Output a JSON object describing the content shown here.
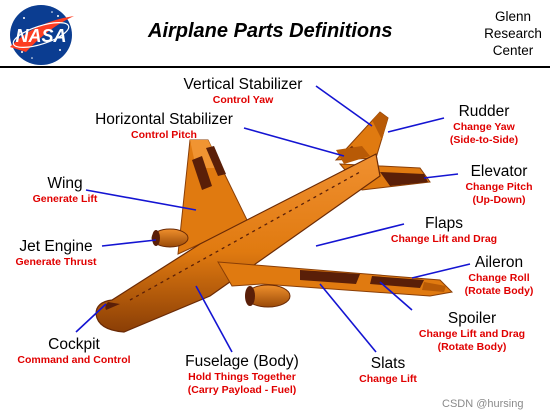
{
  "header": {
    "logo_text": "NASA",
    "title": "Airplane Parts Definitions",
    "center_lines": [
      "Glenn",
      "Research",
      "Center"
    ]
  },
  "labels": [
    {
      "id": "vertical-stabilizer",
      "name": "Vertical Stabilizer",
      "definition": [
        "Control Yaw"
      ]
    },
    {
      "id": "horizontal-stabilizer",
      "name": "Horizontal Stabilizer",
      "definition": [
        "Control Pitch"
      ]
    },
    {
      "id": "rudder",
      "name": "Rudder",
      "definition": [
        "Change Yaw",
        "(Side-to-Side)"
      ]
    },
    {
      "id": "wing",
      "name": "Wing",
      "definition": [
        "Generate Lift"
      ]
    },
    {
      "id": "elevator",
      "name": "Elevator",
      "definition": [
        "Change Pitch",
        "(Up-Down)"
      ]
    },
    {
      "id": "flaps",
      "name": "Flaps",
      "definition": [
        "Change Lift and Drag"
      ]
    },
    {
      "id": "jet-engine",
      "name": "Jet Engine",
      "definition": [
        "Generate Thrust"
      ]
    },
    {
      "id": "aileron",
      "name": "Aileron",
      "definition": [
        "Change Roll",
        "(Rotate Body)"
      ]
    },
    {
      "id": "spoiler",
      "name": "Spoiler",
      "definition": [
        "Change Lift and Drag",
        "(Rotate Body)"
      ]
    },
    {
      "id": "cockpit",
      "name": "Cockpit",
      "definition": [
        "Command and Control"
      ]
    },
    {
      "id": "fuselage",
      "name": "Fuselage (Body)",
      "definition": [
        "Hold Things Together",
        "(Carry Payload - Fuel)"
      ]
    },
    {
      "id": "slats",
      "name": "Slats",
      "definition": [
        "Change Lift"
      ]
    }
  ],
  "colors": {
    "airplane_body": "#e07a10",
    "airplane_shade": "#b85a06",
    "airplane_dark": "#5a1f08",
    "leader_line": "#1414d2",
    "definition_text": "#e00000",
    "nasa_blue": "#0b3d91",
    "nasa_red": "#fc3d21"
  },
  "watermark": "CSDN @hursing"
}
